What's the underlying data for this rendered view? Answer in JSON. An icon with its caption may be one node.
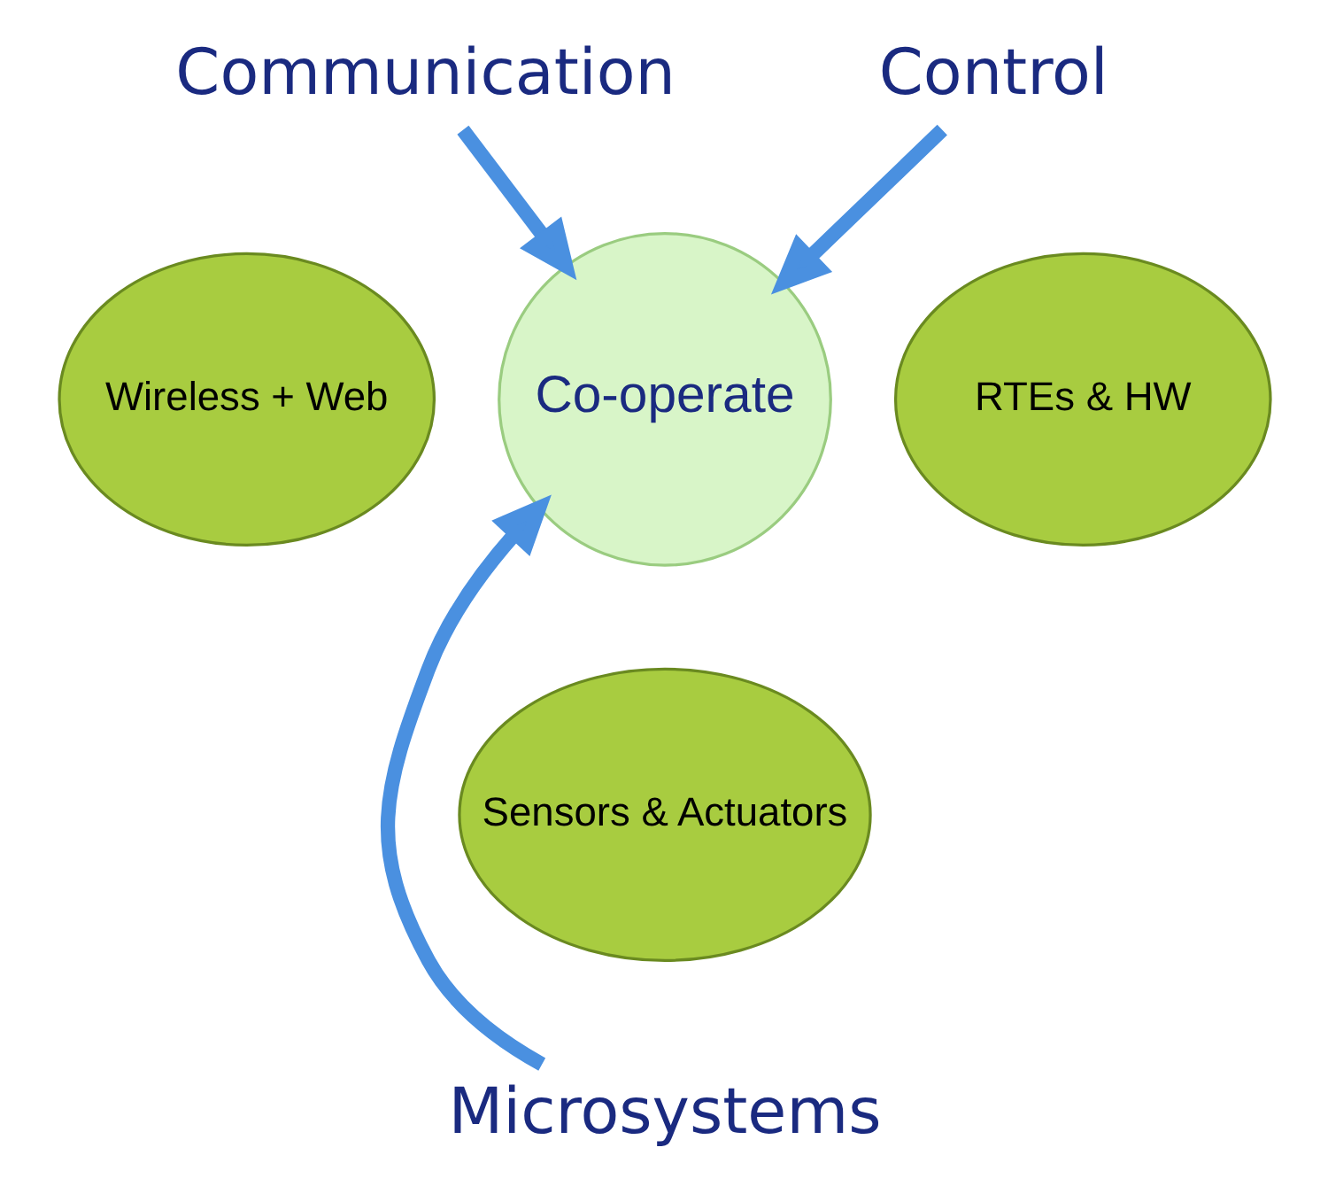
{
  "diagram": {
    "nodes": [
      {
        "text": [
          "Communication"
        ]
      },
      {
        "text": [
          "Control"
        ]
      },
      {
        "text": [
          "Microsystems"
        ]
      },
      {
        "text": [
          "Wireless + Web"
        ]
      },
      {
        "text": [
          "RTEs & HW"
        ]
      },
      {
        "text": [
          "Sensors & Actuators"
        ]
      },
      {
        "text": [
          "Co-operate"
        ]
      }
    ],
    "edges": [
      {
        "from": 0,
        "to": 6,
        "arrow": "to"
      },
      {
        "from": 1,
        "to": 6,
        "arrow": "to"
      },
      {
        "from": 2,
        "to": 6,
        "arrow": "to"
      }
    ]
  }
}
